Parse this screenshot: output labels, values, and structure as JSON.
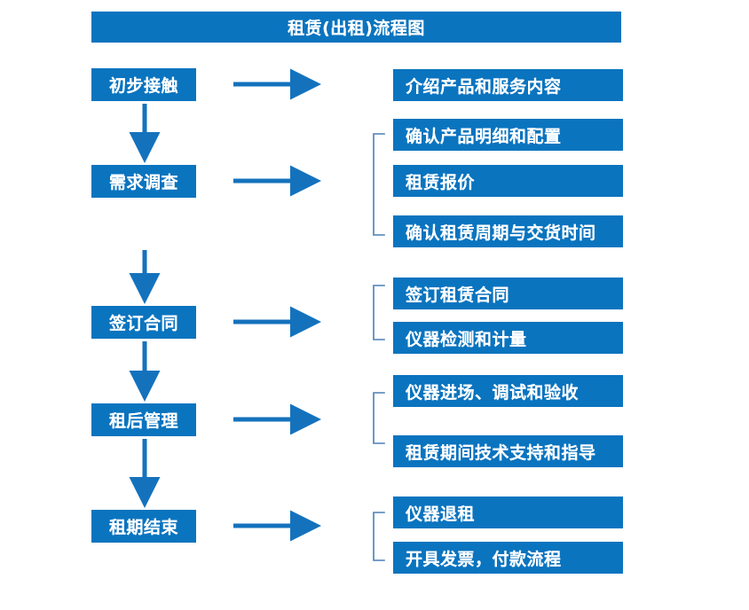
{
  "title": "租赁(出租)流程图",
  "colors": {
    "box_fill": "#0a74bf",
    "box_text": "#ffffff",
    "arrow": "#1472bd",
    "bracket": "#4a7fb5",
    "background": "#ffffff"
  },
  "chart_data": {
    "type": "diagram",
    "title": "租赁(出租)流程图",
    "stages": [
      {
        "label": "初步接触",
        "details": [
          "介绍产品和服务内容"
        ],
        "bracketed": false
      },
      {
        "label": "需求调查",
        "details": [
          "确认产品明细和配置",
          "租赁报价",
          "确认租赁周期与交货时间"
        ],
        "bracketed": true
      },
      {
        "label": "签订合同",
        "details": [
          "签订租赁合同",
          "仪器检测和计量"
        ],
        "bracketed": true
      },
      {
        "label": "租后管理",
        "details": [
          "仪器进场、调试和验收",
          "租赁期间技术支持和指导"
        ],
        "bracketed": true
      },
      {
        "label": "租期结束",
        "details": [
          "仪器退租",
          "开具发票，付款流程"
        ],
        "bracketed": true
      }
    ]
  },
  "stages": [
    {
      "label": "初步接触"
    },
    {
      "label": "需求调查"
    },
    {
      "label": "签订合同"
    },
    {
      "label": "租后管理"
    },
    {
      "label": "租期结束"
    }
  ],
  "details": [
    {
      "label": "介绍产品和服务内容"
    },
    {
      "label": "确认产品明细和配置"
    },
    {
      "label": "租赁报价"
    },
    {
      "label": "确认租赁周期与交货时间"
    },
    {
      "label": "签订租赁合同"
    },
    {
      "label": "仪器检测和计量"
    },
    {
      "label": "仪器进场、调试和验收"
    },
    {
      "label": "租赁期间技术支持和指导"
    },
    {
      "label": "仪器退租"
    },
    {
      "label": "开具发票，付款流程"
    }
  ]
}
